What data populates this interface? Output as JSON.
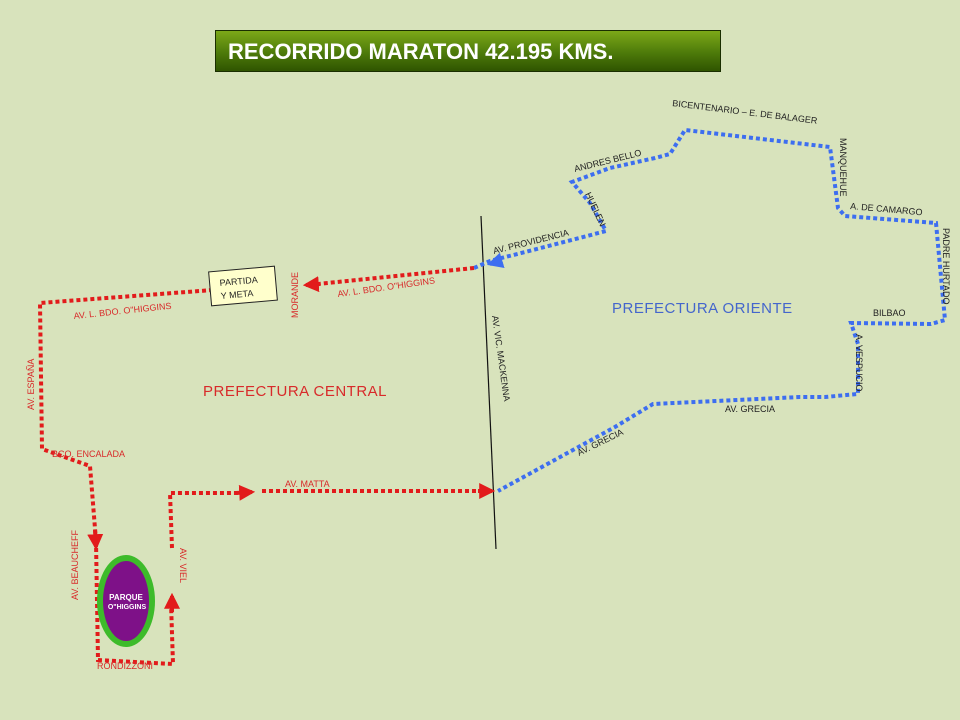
{
  "title": "RECORRIDO MARATON 42.195 KMS.",
  "start": {
    "line1": "PARTIDA",
    "line2": "Y META"
  },
  "park": {
    "line1": "PARQUE",
    "line2": "O\"HIGGINS"
  },
  "zones": {
    "central": "PREFECTURA CENTRAL",
    "oriente": "PREFECTURA ORIENTE"
  },
  "streets": {
    "bicentenario": "BICENTENARIO – E. DE BALAGER",
    "andres_bello": "ANDRES BELLO",
    "manquehue": "MANQUEHUE",
    "camargo": "A. DE CAMARGO",
    "hernando": "PADRE HURTADO",
    "huelen": "HUELEN",
    "providencia": "AV. PROVIDENCIA",
    "ohiggins_east": "AV. L. BDO. O\"HIGGINS",
    "ohiggins_west": "AV. L. BDO. O\"HIGGINS",
    "morande": "MORANDE",
    "bilbao": "BILBAO",
    "vespucio": "A. VESPUCIO",
    "grecia_right": "AV. GRECIA",
    "grecia_diag": "AV. GRECIA",
    "mackenna": "AV. VIC. MACKENNA",
    "espana": "AV. ESPAÑA",
    "encalada": "BCO. ENCALADA",
    "matta": "AV. MATTA",
    "beaucheff": "AV. BEAUCHEFF",
    "viel": "AV. VIEL",
    "rondizzoni": "RONDIZZONI"
  },
  "colors": {
    "background": "#d8e3bc",
    "red_route": "#e21b1b",
    "blue_route": "#3d6ef0",
    "park_fill": "#7e1188",
    "park_ring": "#3dbb2a",
    "title_bg": "#4d7a0a"
  }
}
